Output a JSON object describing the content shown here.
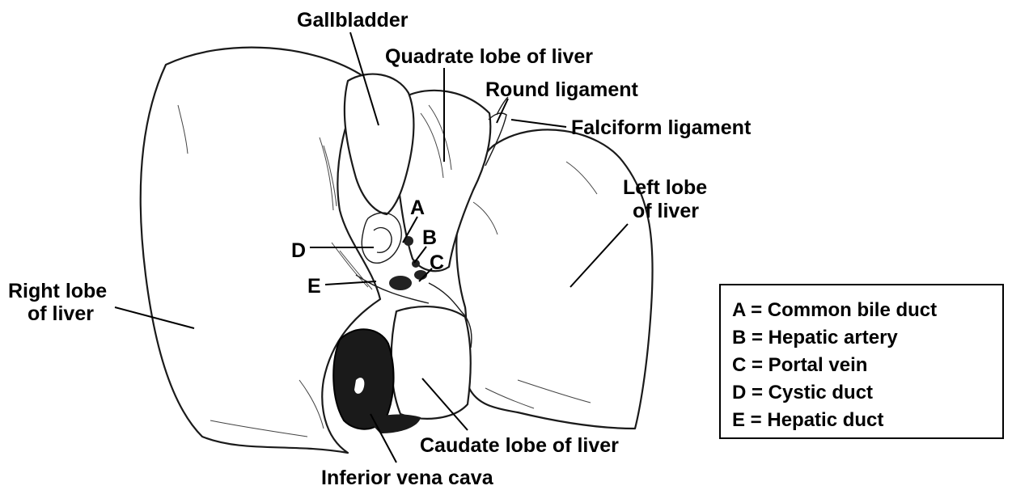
{
  "labels": {
    "gallbladder": "Gallbladder",
    "quadrate_lobe": "Quadrate lobe of liver",
    "round_ligament": "Round ligament",
    "falciform_ligament": "Falciform ligament",
    "left_lobe_line1": "Left lobe",
    "left_lobe_line2": "of liver",
    "right_lobe_line1": "Right lobe",
    "right_lobe_line2": "of liver",
    "caudate_lobe": "Caudate lobe of liver",
    "inferior_vena_cava": "Inferior vena cava",
    "marker_a": "A",
    "marker_b": "B",
    "marker_c": "C",
    "marker_d": "D",
    "marker_e": "E"
  },
  "legend": {
    "items": [
      "A = Common bile duct",
      "B = Hepatic artery",
      "C = Portal vein",
      "D = Cystic duct",
      "E = Hepatic duct"
    ]
  }
}
